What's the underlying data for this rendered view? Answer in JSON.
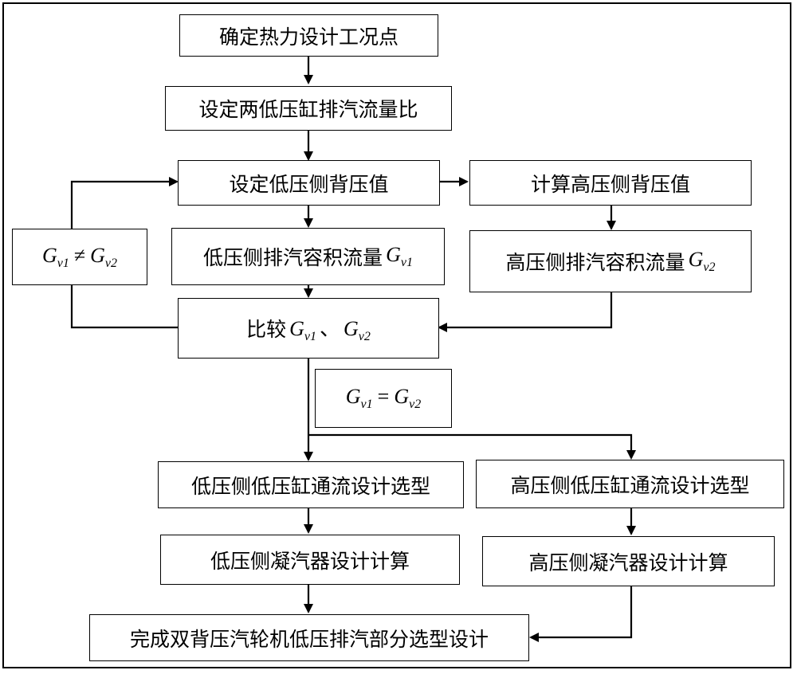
{
  "nodes": {
    "determine_condition": "确定热力设计工况点",
    "set_flow_ratio": "设定两低压缸排汽流量比",
    "set_low_backpressure": "设定低压侧背压值",
    "calc_high_backpressure": "计算高压侧背压值",
    "low_volume_flow": {
      "text": "低压侧排汽容积流量",
      "var": "G",
      "sub": "v1"
    },
    "high_volume_flow": {
      "text": "高压侧排汽容积流量",
      "var": "G",
      "sub": "v2"
    },
    "compare": {
      "text": "比较",
      "var1": "G",
      "sub1": "v1",
      "separator": "、",
      "var2": "G",
      "sub2": "v2"
    },
    "low_cylinder_design": "低压侧低压缸通流设计选型",
    "high_cylinder_design": "高压侧低压缸通流设计选型",
    "low_condenser_calc": "低压侧凝汽器设计计算",
    "high_condenser_calc": "高压侧凝汽器设计计算",
    "finish": "完成双背压汽轮机低压排汽部分选型设计"
  },
  "conditions": {
    "not_equal": {
      "var1": "G",
      "sub1": "v1",
      "op": "≠",
      "var2": "G",
      "sub2": "v2"
    },
    "equal": {
      "var1": "G",
      "sub1": "v1",
      "op": "=",
      "var2": "G",
      "sub2": "v2"
    }
  }
}
